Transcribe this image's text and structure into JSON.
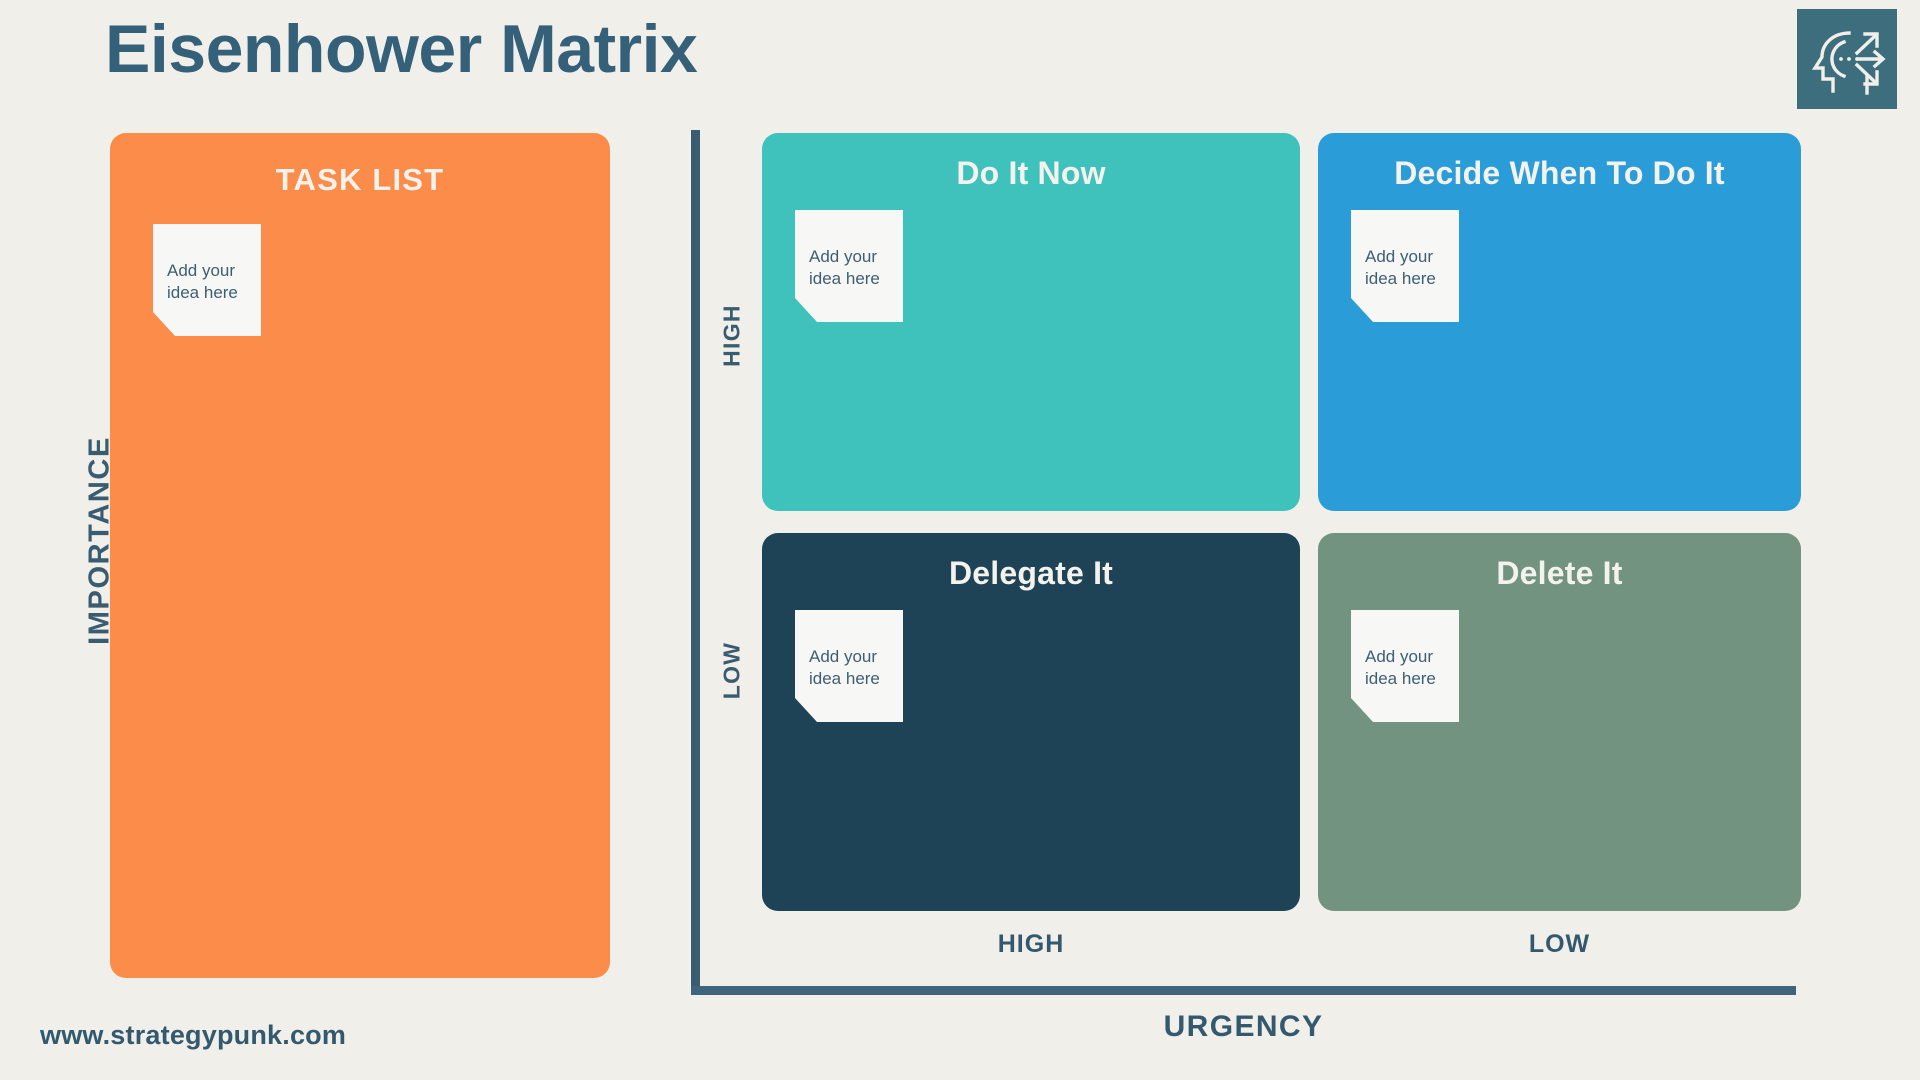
{
  "slide": {
    "title": "Eisenhower Matrix",
    "background_color": "#f1efe9",
    "footer_url": "www.strategypunk.com"
  },
  "logo": {
    "name": "strategypunk-head-arrows-logo",
    "background_color": "#3c6e7d",
    "glyph_color": "#f1efe9"
  },
  "task_list": {
    "title": "TASK LIST",
    "color": "#fc8c4a",
    "note": {
      "text": "Add your idea here"
    }
  },
  "axes": {
    "y_label": "IMPORTANCE",
    "y_high": "HIGH",
    "y_low": "LOW",
    "x_label": "URGENCY",
    "x_high": "HIGH",
    "x_low": "LOW",
    "line_color": "#3a5c70"
  },
  "quadrants": [
    {
      "key": "do-it-now",
      "title": "Do It Now",
      "color": "#3fc1bc",
      "urgency": "HIGH",
      "importance": "HIGH",
      "note": {
        "text": "Add your idea here"
      }
    },
    {
      "key": "decide-when-to-do-it",
      "title": "Decide When To Do It",
      "color": "#2a9cd8",
      "urgency": "LOW",
      "importance": "HIGH",
      "note": {
        "text": "Add your idea here"
      }
    },
    {
      "key": "delegate-it",
      "title": "Delegate It",
      "color": "#1e4356",
      "urgency": "HIGH",
      "importance": "LOW",
      "note": {
        "text": "Add your idea here"
      }
    },
    {
      "key": "delete-it",
      "title": "Delete It",
      "color": "#71937f",
      "urgency": "LOW",
      "importance": "LOW",
      "note": {
        "text": "Add your idea here"
      }
    }
  ]
}
